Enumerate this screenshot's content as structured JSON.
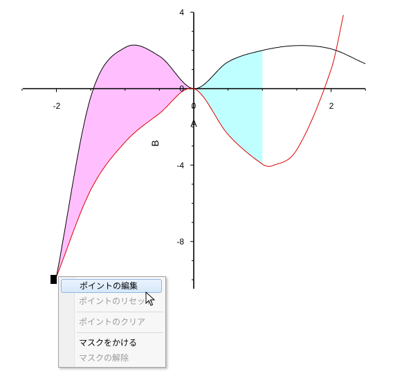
{
  "chart_data": {
    "type": "line",
    "title": "",
    "xlabel": "A",
    "ylabel": "B",
    "xlim": [
      -2.5,
      2.5
    ],
    "ylim": [
      -10.5,
      4
    ],
    "grid": false,
    "xticks": [
      -2,
      0,
      2
    ],
    "yticks": [
      4,
      0,
      -4,
      -8
    ],
    "series": [
      {
        "type": "curve",
        "color": "#000000",
        "x": [
          -2.0,
          -1.5,
          -1.0,
          -0.5,
          0.0,
          0.5,
          1.0,
          1.5,
          2.0,
          2.5
        ],
        "y": [
          -9.85,
          -0.44,
          2.15,
          1.7,
          0.0,
          1.4,
          2.0,
          2.25,
          2.08,
          1.3
        ]
      },
      {
        "type": "curve",
        "color": "#dd0000",
        "x": [
          -2.0,
          -1.5,
          -1.0,
          -0.5,
          0.0,
          0.5,
          1.0,
          1.15,
          1.5,
          2.0,
          2.2
        ],
        "y": [
          -9.85,
          -5.3,
          -2.8,
          -1.3,
          0.0,
          -2.4,
          -3.95,
          -4.03,
          -3.2,
          1.0,
          4.2
        ]
      }
    ],
    "fills": [
      {
        "color": "#ffbfff",
        "x_range": [
          -2.0,
          0.0
        ]
      },
      {
        "color": "#bfffff",
        "x_range": [
          0.0,
          1.0
        ]
      }
    ]
  },
  "axis_text": {
    "x_ticks": [
      "-2",
      "0",
      "2"
    ],
    "y_ticks": [
      "4",
      "0",
      "-4",
      "-8"
    ],
    "x_name": "A",
    "y_name": "B"
  },
  "context_menu": {
    "items": [
      {
        "label": "ポイントの編集",
        "enabled": true,
        "highlighted": true
      },
      {
        "label": "ポイントのリセット",
        "enabled": false
      },
      {
        "label": "ポイントのクリア",
        "enabled": false
      },
      {
        "label": "マスクをかける",
        "enabled": true
      },
      {
        "label": "マスクの解除",
        "enabled": false
      }
    ]
  }
}
